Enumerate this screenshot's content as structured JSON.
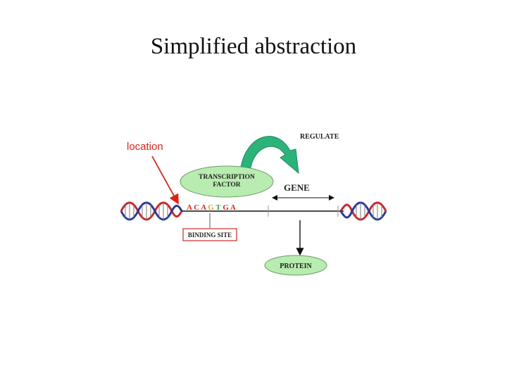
{
  "slide": {
    "title": "Simplified abstraction"
  },
  "diagram": {
    "location_label": "location",
    "regulate_label": "REGULATE",
    "transcription_factor": {
      "line1": "TRANSCRIPTION",
      "line2": "FACTOR"
    },
    "gene_label": "GENE",
    "sequence": [
      {
        "char": "A",
        "color": "#d22a1e"
      },
      {
        "char": "C",
        "color": "#d22a1e"
      },
      {
        "char": "A",
        "color": "#d22a1e"
      },
      {
        "char": "G",
        "color": "#e6a21c"
      },
      {
        "char": "T",
        "color": "#3aa84a"
      },
      {
        "char": "G",
        "color": "#d22a1e"
      },
      {
        "char": "A",
        "color": "#d22a1e"
      }
    ],
    "binding_site_label": "BINDING SITE",
    "protein_label": "PROTEIN",
    "colors": {
      "ellipse_fill": "#b8ecb0",
      "regulate_arrow": "#2bb37a",
      "location_text": "#d8251a",
      "location_arrow": "#d8251a",
      "binding_box_border": "#c8282a",
      "dna_red": "#c8282a",
      "dna_blue": "#2a3a9a"
    }
  }
}
